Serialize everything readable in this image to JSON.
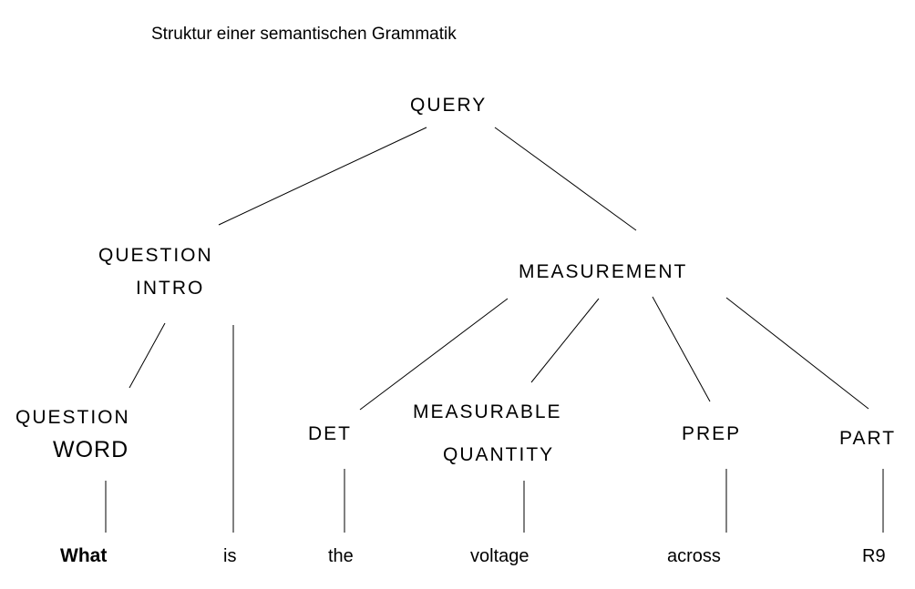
{
  "title": "Struktur einer semantischen Grammatik",
  "nodes": {
    "query": "QUERY",
    "question_intro_1": "QUESTION",
    "question_intro_2": "INTRO",
    "measurement": "MEASUREMENT",
    "question_word_1": "QUESTION",
    "question_word_2": "WORD",
    "det": "DET",
    "measurable_quantity_1": "MEASURABLE",
    "measurable_quantity_2": "QUANTITY",
    "prep": "PREP",
    "part": "PART"
  },
  "words": {
    "what": "What",
    "is": "is",
    "the": "the",
    "voltage": "voltage",
    "across": "across",
    "r9": "R9"
  }
}
